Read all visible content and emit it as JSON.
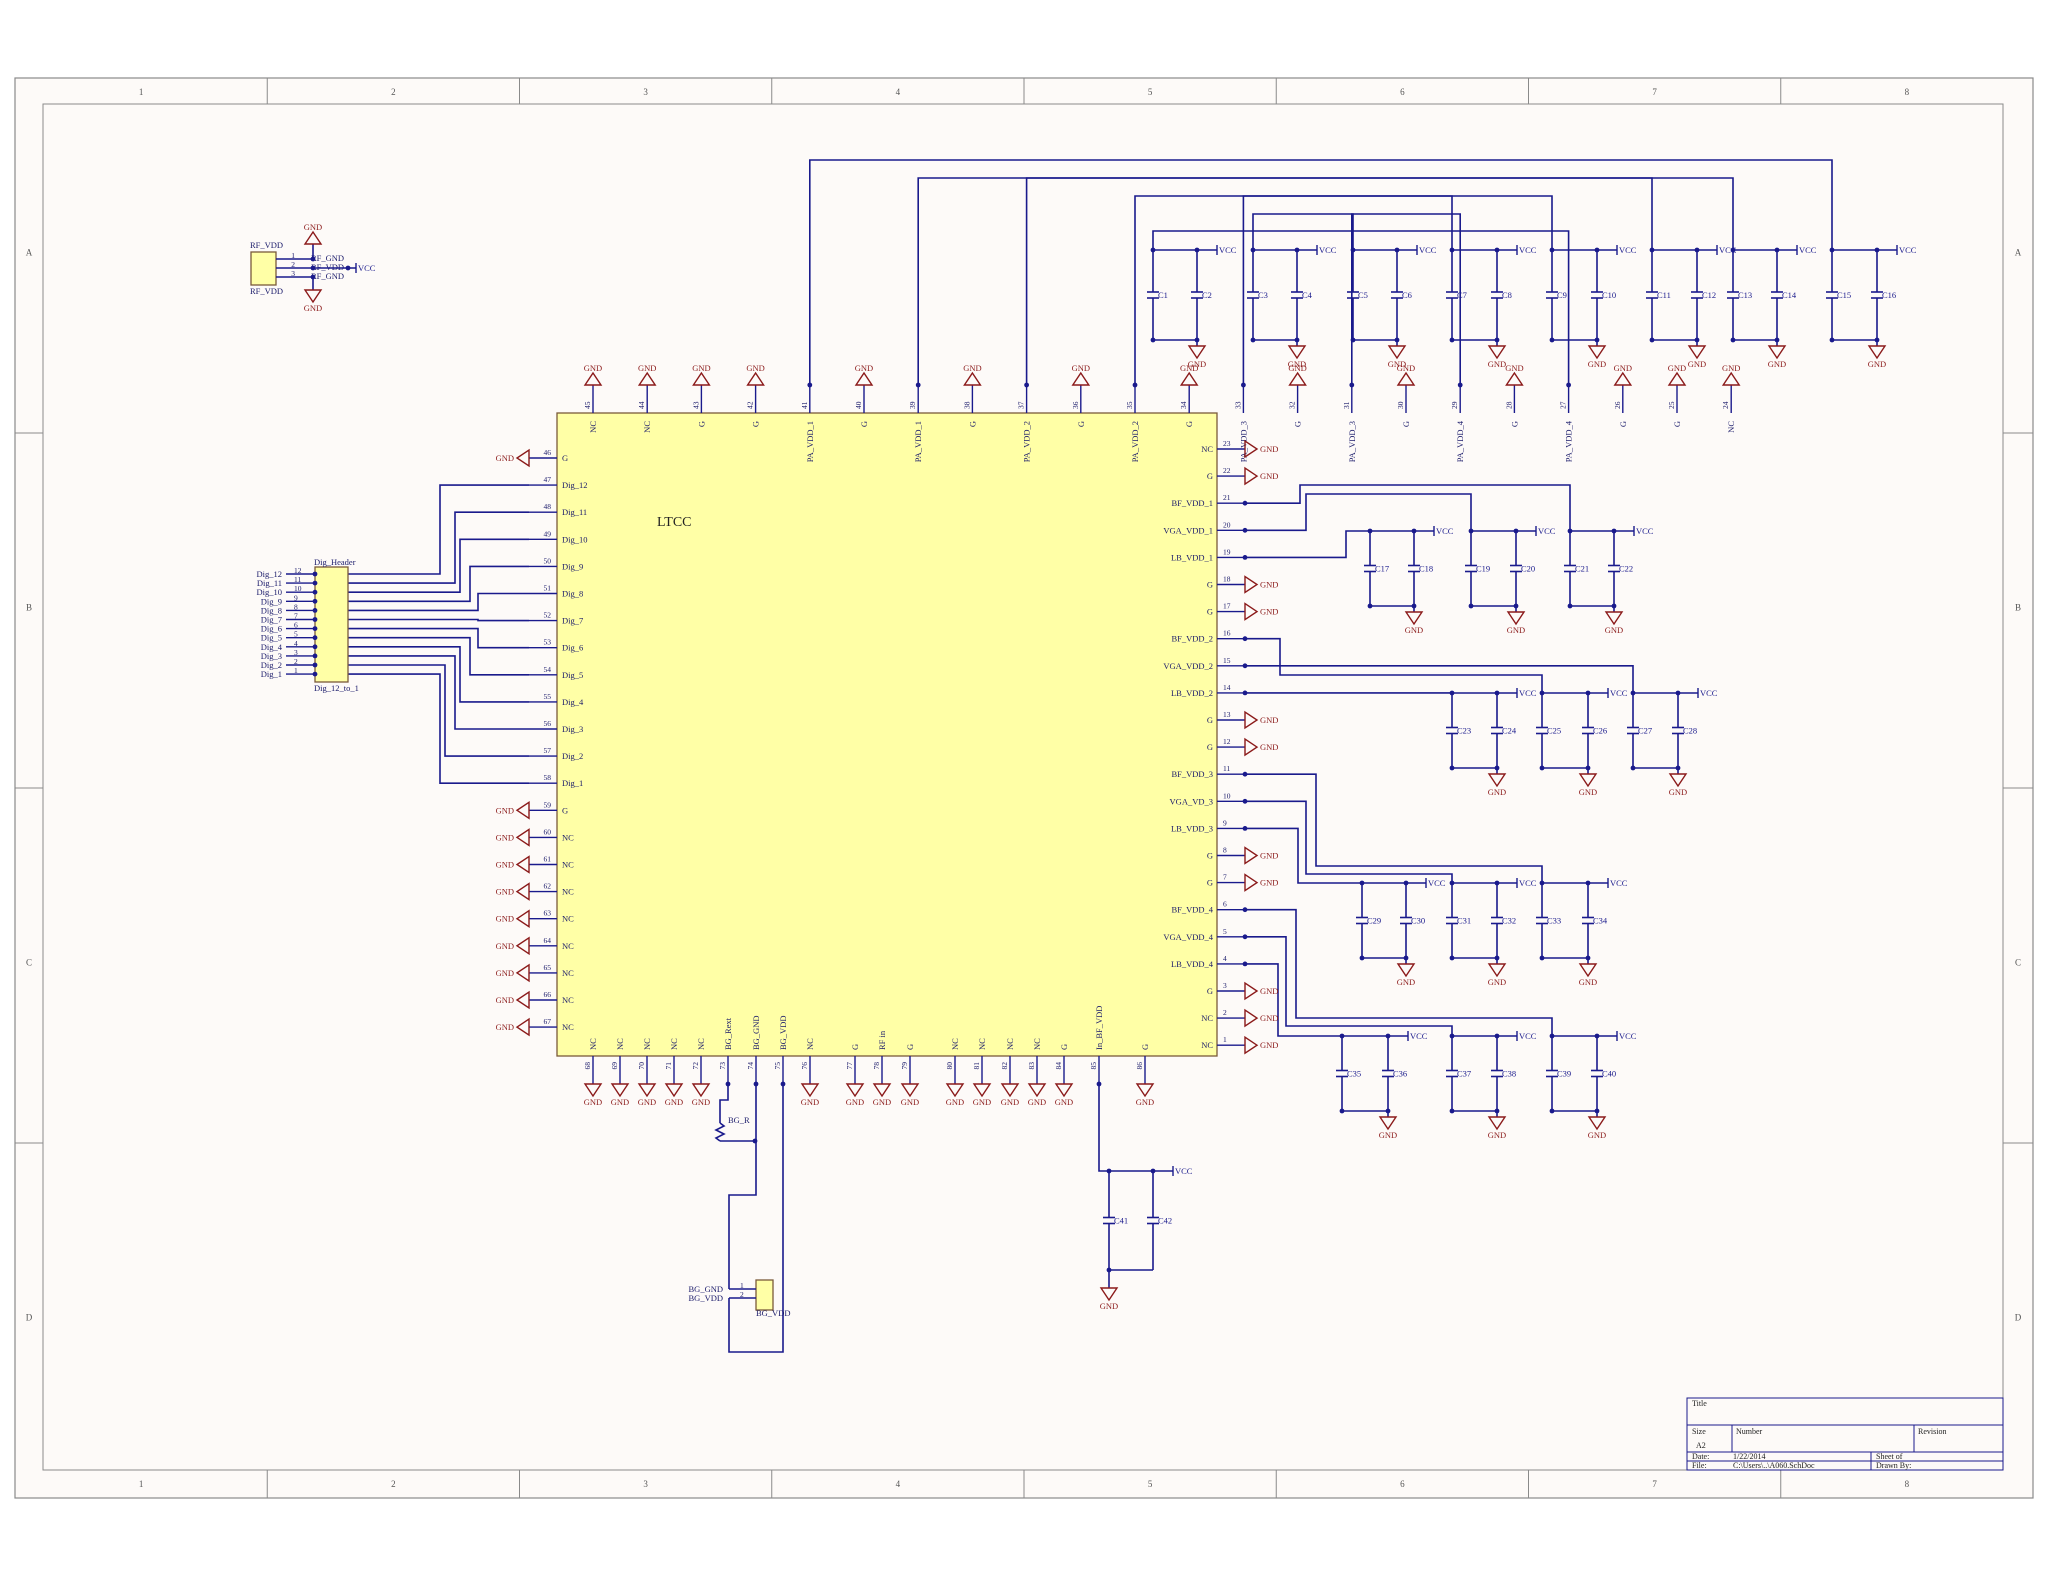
{
  "sheet": {
    "zone_columns": [
      "1",
      "2",
      "3",
      "4",
      "5",
      "6",
      "7",
      "8"
    ],
    "zone_rows": [
      "A",
      "B",
      "C",
      "D"
    ]
  },
  "chip": {
    "name": "LTCC",
    "top_pins": [
      {
        "num": "45",
        "name": "NC",
        "gnd": true
      },
      {
        "num": "44",
        "name": "NC",
        "gnd": true
      },
      {
        "num": "43",
        "name": "G",
        "gnd": true
      },
      {
        "num": "42",
        "name": "G",
        "gnd": true
      },
      {
        "num": "41",
        "name": "PA_VDD_1",
        "gnd": false
      },
      {
        "num": "40",
        "name": "G",
        "gnd": true
      },
      {
        "num": "39",
        "name": "PA_VDD_1",
        "gnd": false
      },
      {
        "num": "38",
        "name": "G",
        "gnd": true
      },
      {
        "num": "37",
        "name": "PA_VDD_2",
        "gnd": false
      },
      {
        "num": "36",
        "name": "G",
        "gnd": true
      },
      {
        "num": "35",
        "name": "PA_VDD_2",
        "gnd": false
      },
      {
        "num": "34",
        "name": "G",
        "gnd": true
      },
      {
        "num": "33",
        "name": "PA_VDD_3",
        "gnd": false
      },
      {
        "num": "32",
        "name": "G",
        "gnd": true
      },
      {
        "num": "31",
        "name": "PA_VDD_3",
        "gnd": false
      },
      {
        "num": "30",
        "name": "G",
        "gnd": true
      },
      {
        "num": "29",
        "name": "PA_VDD_4",
        "gnd": false
      },
      {
        "num": "28",
        "name": "G",
        "gnd": true
      },
      {
        "num": "27",
        "name": "PA_VDD_4",
        "gnd": false
      },
      {
        "num": "26",
        "name": "G",
        "gnd": true
      },
      {
        "num": "25",
        "name": "G",
        "gnd": true
      },
      {
        "num": "24",
        "name": "NC",
        "gnd": true
      }
    ],
    "right_pins": [
      {
        "num": "23",
        "name": "NC",
        "gnd": true
      },
      {
        "num": "22",
        "name": "G",
        "gnd": true
      },
      {
        "num": "21",
        "name": "BF_VDD_1",
        "gnd": false
      },
      {
        "num": "20",
        "name": "VGA_VDD_1",
        "gnd": false
      },
      {
        "num": "19",
        "name": "LB_VDD_1",
        "gnd": false
      },
      {
        "num": "18",
        "name": "G",
        "gnd": true
      },
      {
        "num": "17",
        "name": "G",
        "gnd": true
      },
      {
        "num": "16",
        "name": "BF_VDD_2",
        "gnd": false
      },
      {
        "num": "15",
        "name": "VGA_VDD_2",
        "gnd": false
      },
      {
        "num": "14",
        "name": "LB_VDD_2",
        "gnd": false
      },
      {
        "num": "13",
        "name": "G",
        "gnd": true
      },
      {
        "num": "12",
        "name": "G",
        "gnd": true
      },
      {
        "num": "11",
        "name": "BF_VDD_3",
        "gnd": false
      },
      {
        "num": "10",
        "name": "VGA_VD_3",
        "gnd": false
      },
      {
        "num": "9",
        "name": "LB_VDD_3",
        "gnd": false
      },
      {
        "num": "8",
        "name": "G",
        "gnd": true
      },
      {
        "num": "7",
        "name": "G",
        "gnd": true
      },
      {
        "num": "6",
        "name": "BF_VDD_4",
        "gnd": false
      },
      {
        "num": "5",
        "name": "VGA_VDD_4",
        "gnd": false
      },
      {
        "num": "4",
        "name": "LB_VDD_4",
        "gnd": false
      },
      {
        "num": "3",
        "name": "G",
        "gnd": true
      },
      {
        "num": "2",
        "name": "NC",
        "gnd": true
      },
      {
        "num": "1",
        "name": "NC",
        "gnd": true
      }
    ],
    "left_pins": [
      {
        "num": "46",
        "name": "G",
        "gnd": true
      },
      {
        "num": "47",
        "name": "Dig_12",
        "gnd": false
      },
      {
        "num": "48",
        "name": "Dig_11",
        "gnd": false
      },
      {
        "num": "49",
        "name": "Dig_10",
        "gnd": false
      },
      {
        "num": "50",
        "name": "Dig_9",
        "gnd": false
      },
      {
        "num": "51",
        "name": "Dig_8",
        "gnd": false
      },
      {
        "num": "52",
        "name": "Dig_7",
        "gnd": false
      },
      {
        "num": "53",
        "name": "Dig_6",
        "gnd": false
      },
      {
        "num": "54",
        "name": "Dig_5",
        "gnd": false
      },
      {
        "num": "55",
        "name": "Dig_4",
        "gnd": false
      },
      {
        "num": "56",
        "name": "Dig_3",
        "gnd": false
      },
      {
        "num": "57",
        "name": "Dig_2",
        "gnd": false
      },
      {
        "num": "58",
        "name": "Dig_1",
        "gnd": false
      },
      {
        "num": "59",
        "name": "G",
        "gnd": true
      },
      {
        "num": "60",
        "name": "NC",
        "gnd": true
      },
      {
        "num": "61",
        "name": "NC",
        "gnd": true
      },
      {
        "num": "62",
        "name": "NC",
        "gnd": true
      },
      {
        "num": "63",
        "name": "NC",
        "gnd": true
      },
      {
        "num": "64",
        "name": "NC",
        "gnd": true
      },
      {
        "num": "65",
        "name": "NC",
        "gnd": true
      },
      {
        "num": "66",
        "name": "NC",
        "gnd": true
      },
      {
        "num": "67",
        "name": "NC",
        "gnd": true
      }
    ],
    "bottom_pins": [
      {
        "num": "68",
        "name": "NC",
        "gnd": true
      },
      {
        "num": "69",
        "name": "NC",
        "gnd": true
      },
      {
        "num": "70",
        "name": "NC",
        "gnd": true
      },
      {
        "num": "71",
        "name": "NC",
        "gnd": true
      },
      {
        "num": "72",
        "name": "NC",
        "gnd": true
      },
      {
        "num": "73",
        "name": "BG_Rext",
        "gnd": false
      },
      {
        "num": "74",
        "name": "BG_GND",
        "gnd": false
      },
      {
        "num": "75",
        "name": "BG_VDD",
        "gnd": false
      },
      {
        "num": "76",
        "name": "NC",
        "gnd": true
      },
      {
        "num": "77",
        "name": "G",
        "gnd": true
      },
      {
        "num": "78",
        "name": "RF in",
        "gnd": true
      },
      {
        "num": "79",
        "name": "G",
        "gnd": true
      },
      {
        "num": "80",
        "name": "NC",
        "gnd": true
      },
      {
        "num": "81",
        "name": "NC",
        "gnd": true
      },
      {
        "num": "82",
        "name": "NC",
        "gnd": true
      },
      {
        "num": "83",
        "name": "NC",
        "gnd": true
      },
      {
        "num": "84",
        "name": "G",
        "gnd": true
      },
      {
        "num": "85",
        "name": "In_BF_VDD",
        "gnd": false
      },
      {
        "num": "86",
        "name": "G",
        "gnd": true
      }
    ]
  },
  "net_labels": {
    "gnd": "GND",
    "vcc": "VCC"
  },
  "rf_header": {
    "title": "RF_VDD",
    "subtitle": "RF_VDD",
    "pins": [
      {
        "num": "1",
        "label": "RF_GND"
      },
      {
        "num": "2",
        "label": "RF_VDD"
      },
      {
        "num": "3",
        "label": "RF_GND"
      }
    ]
  },
  "dig_header": {
    "title": "Dig_Header",
    "subtitle": "Dig_12_to_1",
    "pins": [
      {
        "num": "12",
        "label": "Dig_12"
      },
      {
        "num": "11",
        "label": "Dig_11"
      },
      {
        "num": "10",
        "label": "Dig_10"
      },
      {
        "num": "9",
        "label": "Dig_9"
      },
      {
        "num": "8",
        "label": "Dig_8"
      },
      {
        "num": "7",
        "label": "Dig_7"
      },
      {
        "num": "6",
        "label": "Dig_6"
      },
      {
        "num": "5",
        "label": "Dig_5"
      },
      {
        "num": "4",
        "label": "Dig_4"
      },
      {
        "num": "3",
        "label": "Dig_3"
      },
      {
        "num": "2",
        "label": "Dig_2"
      },
      {
        "num": "1",
        "label": "Dig_1"
      }
    ]
  },
  "bg_header": {
    "subtitle": "BG_VDD",
    "pins": [
      {
        "num": "1",
        "label": "BG_GND"
      },
      {
        "num": "2",
        "label": "BG_VDD"
      }
    ]
  },
  "resistor": {
    "label": "BG_R"
  },
  "capacitors": {
    "top": [
      "C1",
      "C2",
      "C3",
      "C4",
      "C5",
      "C6",
      "C7",
      "C8",
      "C9",
      "C10",
      "C11",
      "C12",
      "C13",
      "C14",
      "C15",
      "C16"
    ],
    "row1": [
      "C17",
      "C18",
      "C19",
      "C20",
      "C21",
      "C22"
    ],
    "row2": [
      "C23",
      "C24",
      "C25",
      "C26",
      "C27",
      "C28"
    ],
    "row3": [
      "C29",
      "C30",
      "C31",
      "C32",
      "C33",
      "C34"
    ],
    "row4": [
      "C35",
      "C36",
      "C37",
      "C38",
      "C39",
      "C40"
    ],
    "bottom": [
      "C41",
      "C42"
    ]
  },
  "title_block": {
    "title_label": "Title",
    "size_label": "Size",
    "size_value": "A2",
    "number_label": "Number",
    "revision_label": "Revision",
    "date_label": "Date:",
    "date_value": "1/22/2014",
    "file_label": "File:",
    "file_value": "C:\\Users\\..\\A060.SchDoc",
    "sheet_label": "Sheet    of",
    "drawn_label": "Drawn By:"
  }
}
